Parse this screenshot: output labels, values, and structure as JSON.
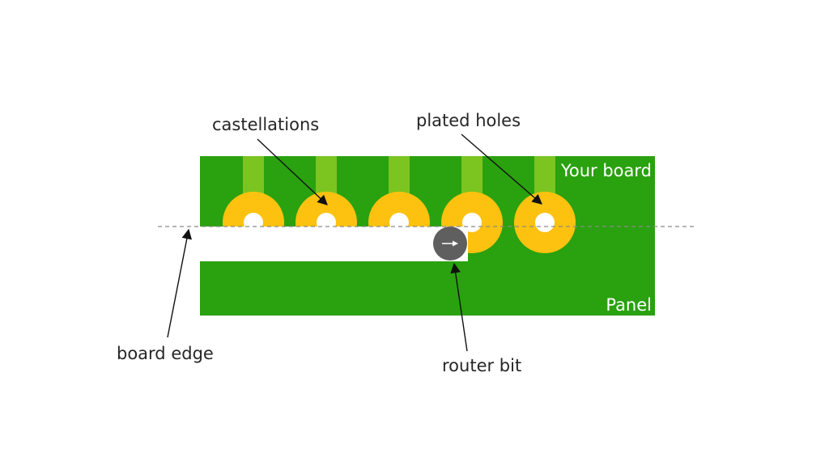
{
  "labels": {
    "castellations": "castellations",
    "plated_holes": "plated holes",
    "your_board": "Your board",
    "panel": "Panel",
    "board_edge": "board edge",
    "router_bit": "router bit"
  },
  "colors": {
    "board_green": "#2aa10f",
    "trace_light_green": "#7cc420",
    "copper_gold": "#fdc20f",
    "hole_white": "#ffffff",
    "router_gray": "#5f5f5f"
  },
  "router": {
    "direction_glyph": "→"
  },
  "pads": [
    {
      "type": "castellation"
    },
    {
      "type": "castellation"
    },
    {
      "type": "castellation"
    },
    {
      "type": "castellation"
    },
    {
      "type": "plated-hole"
    }
  ]
}
